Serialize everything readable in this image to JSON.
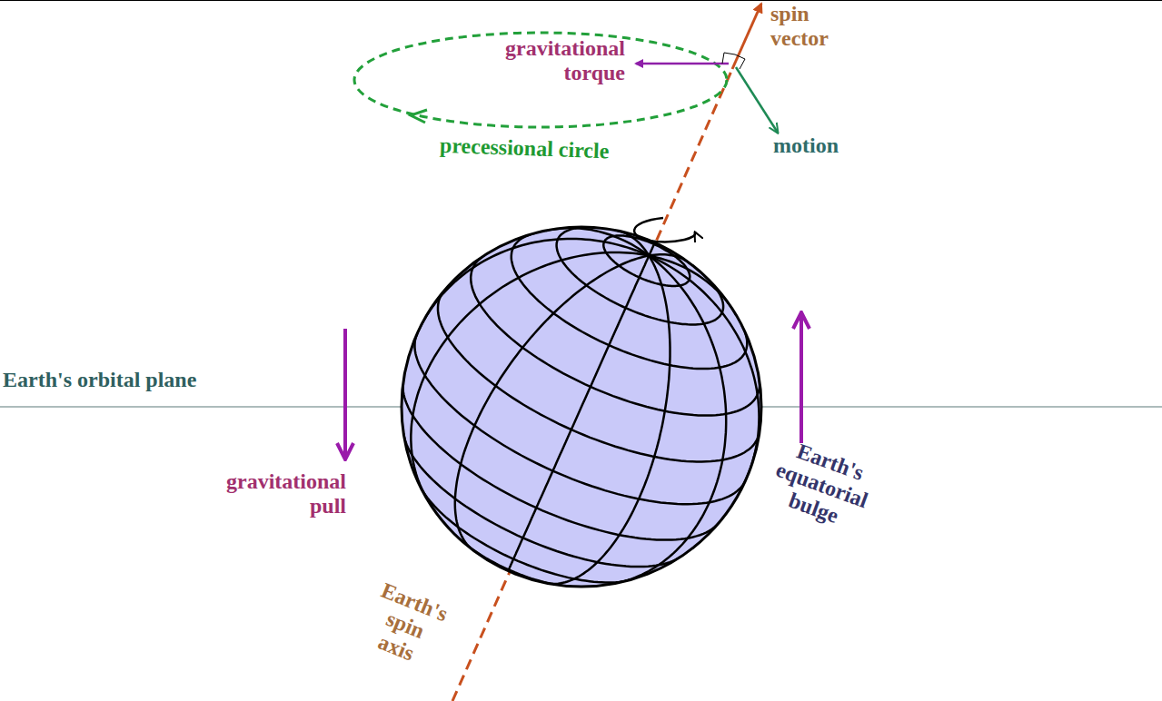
{
  "diagram": {
    "labels": [
      "spin vector",
      "gravitational torque",
      "motion",
      "precessional circle",
      "Earth's orbital plane",
      "gravitational pull",
      "Earth's equatorial bulge",
      "Earth's spin axis"
    ]
  }
}
